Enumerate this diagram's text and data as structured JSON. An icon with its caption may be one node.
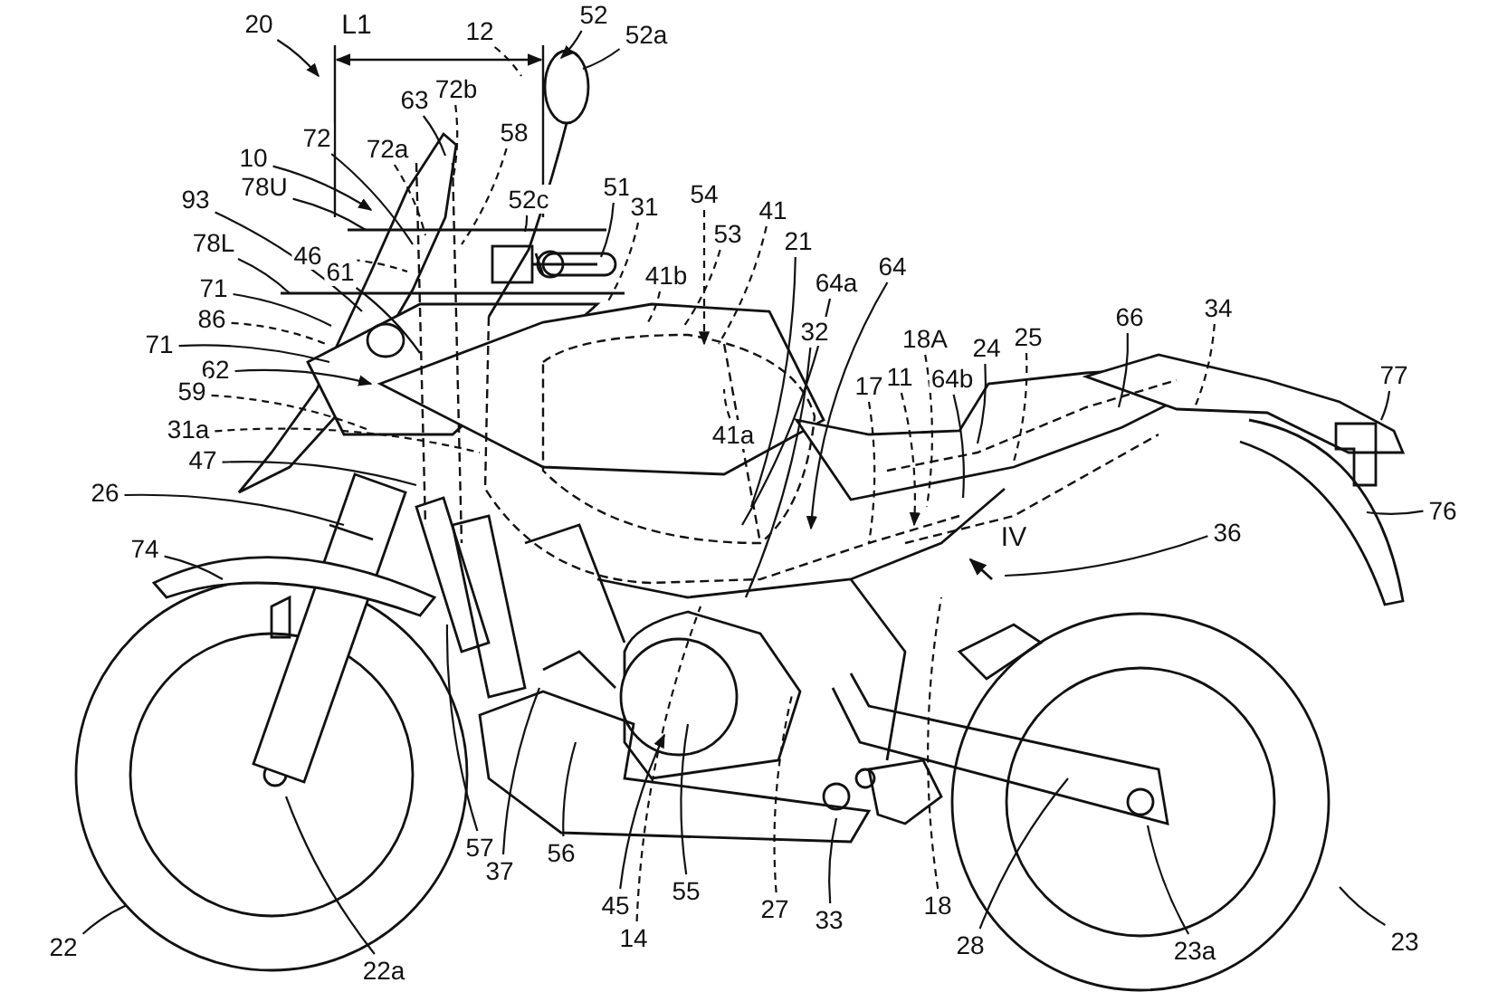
{
  "diagram": {
    "nodes": [
      {
        "text": [
          "20"
        ]
      },
      {
        "text": [
          "12"
        ]
      },
      {
        "text": [
          "52"
        ]
      },
      {
        "text": [
          "52a"
        ]
      },
      {
        "text": [
          "63"
        ]
      },
      {
        "text": [
          "72b"
        ]
      },
      {
        "text": [
          "72"
        ]
      },
      {
        "text": [
          "72a"
        ]
      },
      {
        "text": [
          "58"
        ]
      },
      {
        "text": [
          "10"
        ]
      },
      {
        "text": [
          "78U"
        ]
      },
      {
        "text": [
          "51"
        ]
      },
      {
        "text": [
          "31"
        ]
      },
      {
        "text": [
          "54"
        ]
      },
      {
        "text": [
          "52c"
        ]
      },
      {
        "text": [
          "93"
        ]
      },
      {
        "text": [
          "46"
        ]
      },
      {
        "text": [
          "78L"
        ]
      },
      {
        "text": [
          "41b"
        ]
      },
      {
        "text": [
          "53"
        ]
      },
      {
        "text": [
          "41"
        ]
      },
      {
        "text": [
          "21"
        ]
      },
      {
        "text": [
          "41a"
        ]
      },
      {
        "text": [
          "64a"
        ]
      },
      {
        "text": [
          "61"
        ]
      },
      {
        "text": [
          "71"
        ]
      },
      {
        "text": [
          "86"
        ]
      },
      {
        "text": [
          "71"
        ]
      },
      {
        "text": [
          "62"
        ]
      },
      {
        "text": [
          "59"
        ]
      },
      {
        "text": [
          "31a"
        ]
      },
      {
        "text": [
          "47"
        ]
      },
      {
        "text": [
          "64"
        ]
      },
      {
        "text": [
          "32"
        ]
      },
      {
        "text": [
          "18A"
        ]
      },
      {
        "text": [
          "24"
        ]
      },
      {
        "text": [
          "25"
        ]
      },
      {
        "text": [
          "66"
        ]
      },
      {
        "text": [
          "34"
        ]
      },
      {
        "text": [
          "17"
        ]
      },
      {
        "text": [
          "11"
        ]
      },
      {
        "text": [
          "64b"
        ]
      },
      {
        "text": [
          "77"
        ]
      },
      {
        "text": [
          "76"
        ]
      },
      {
        "text": [
          "36"
        ]
      },
      {
        "text": [
          "26"
        ]
      },
      {
        "text": [
          "74"
        ]
      },
      {
        "text": [
          "57"
        ]
      },
      {
        "text": [
          "37"
        ]
      },
      {
        "text": [
          "56"
        ]
      },
      {
        "text": [
          "45"
        ]
      },
      {
        "text": [
          "55"
        ]
      },
      {
        "text": [
          "14"
        ]
      },
      {
        "text": [
          "27"
        ]
      },
      {
        "text": [
          "33"
        ]
      },
      {
        "text": [
          "18"
        ]
      },
      {
        "text": [
          "28"
        ]
      },
      {
        "text": [
          "22"
        ]
      },
      {
        "text": [
          "22a"
        ]
      },
      {
        "text": [
          "23a"
        ]
      },
      {
        "text": [
          "23"
        ]
      }
    ],
    "edges": [
      {
        "from": 0,
        "to": null,
        "arrow": "to"
      },
      {
        "from": 1,
        "to": null,
        "arrow": "none",
        "style": "dashed"
      },
      {
        "from": 2,
        "to": null,
        "arrow": "to"
      },
      {
        "from": 3,
        "to": null,
        "arrow": "none"
      },
      {
        "from": 4,
        "to": null,
        "arrow": "none"
      },
      {
        "from": 5,
        "to": null,
        "arrow": "none",
        "style": "dashed"
      },
      {
        "from": 6,
        "to": null,
        "arrow": "none"
      },
      {
        "from": 7,
        "to": null,
        "arrow": "none",
        "style": "dashed"
      },
      {
        "from": 8,
        "to": null,
        "arrow": "none",
        "style": "dashed"
      },
      {
        "from": 9,
        "to": null,
        "arrow": "to"
      },
      {
        "from": 10,
        "to": null,
        "arrow": "none"
      },
      {
        "from": 11,
        "to": null,
        "arrow": "none"
      },
      {
        "from": 12,
        "to": null,
        "arrow": "none",
        "style": "dashed"
      },
      {
        "from": 13,
        "to": null,
        "arrow": "to",
        "style": "dashed"
      },
      {
        "from": 14,
        "to": null,
        "arrow": "none"
      },
      {
        "from": 15,
        "to": null,
        "arrow": "none"
      },
      {
        "from": 16,
        "to": null,
        "arrow": "none",
        "style": "dashed"
      },
      {
        "from": 17,
        "to": null,
        "arrow": "none"
      },
      {
        "from": 18,
        "to": null,
        "arrow": "none",
        "style": "dashed"
      },
      {
        "from": 19,
        "to": null,
        "arrow": "none",
        "style": "dashed"
      },
      {
        "from": 20,
        "to": null,
        "arrow": "none",
        "style": "dashed"
      },
      {
        "from": 21,
        "to": null,
        "arrow": "none"
      },
      {
        "from": 22,
        "to": null,
        "arrow": "none",
        "style": "dashed"
      },
      {
        "from": 23,
        "to": null,
        "arrow": "none"
      },
      {
        "from": 24,
        "to": null,
        "arrow": "none"
      },
      {
        "from": 25,
        "to": null,
        "arrow": "none"
      },
      {
        "from": 26,
        "to": null,
        "arrow": "none",
        "style": "dashed"
      },
      {
        "from": 27,
        "to": null,
        "arrow": "none"
      },
      {
        "from": 28,
        "to": null,
        "arrow": "to"
      },
      {
        "from": 29,
        "to": null,
        "arrow": "none",
        "style": "dashed"
      },
      {
        "from": 30,
        "to": null,
        "arrow": "none",
        "style": "dashed"
      },
      {
        "from": 31,
        "to": null,
        "arrow": "none"
      },
      {
        "from": 32,
        "to": null,
        "arrow": "to"
      },
      {
        "from": 33,
        "to": null,
        "arrow": "none"
      },
      {
        "from": 34,
        "to": null,
        "arrow": "none",
        "style": "dashed"
      },
      {
        "from": 35,
        "to": null,
        "arrow": "none"
      },
      {
        "from": 36,
        "to": null,
        "arrow": "none",
        "style": "dashed"
      },
      {
        "from": 37,
        "to": null,
        "arrow": "none"
      },
      {
        "from": 38,
        "to": null,
        "arrow": "none",
        "style": "dashed"
      },
      {
        "from": 39,
        "to": null,
        "arrow": "none",
        "style": "dashed"
      },
      {
        "from": 40,
        "to": null,
        "arrow": "to",
        "style": "dashed"
      },
      {
        "from": 41,
        "to": null,
        "arrow": "none"
      },
      {
        "from": 42,
        "to": null,
        "arrow": "none"
      },
      {
        "from": 43,
        "to": null,
        "arrow": "none"
      },
      {
        "from": 44,
        "to": null,
        "arrow": "none"
      },
      {
        "from": 45,
        "to": null,
        "arrow": "none"
      },
      {
        "from": 46,
        "to": null,
        "arrow": "none"
      },
      {
        "from": 47,
        "to": null,
        "arrow": "none"
      },
      {
        "from": 48,
        "to": null,
        "arrow": "none"
      },
      {
        "from": 49,
        "to": null,
        "arrow": "none"
      },
      {
        "from": 50,
        "to": null,
        "arrow": "to"
      },
      {
        "from": 51,
        "to": null,
        "arrow": "none"
      },
      {
        "from": 52,
        "to": null,
        "arrow": "none",
        "style": "dashed"
      },
      {
        "from": 53,
        "to": null,
        "arrow": "none",
        "style": "dashed"
      },
      {
        "from": 54,
        "to": null,
        "arrow": "none"
      },
      {
        "from": 55,
        "to": null,
        "arrow": "none",
        "style": "dashed"
      },
      {
        "from": 56,
        "to": null,
        "arrow": "none"
      },
      {
        "from": 57,
        "to": null,
        "arrow": "none"
      },
      {
        "from": 58,
        "to": null,
        "arrow": "none"
      },
      {
        "from": 59,
        "to": null,
        "arrow": "none"
      },
      {
        "from": 60,
        "to": null,
        "arrow": "none"
      }
    ],
    "labels": [
      "L1",
      "IV"
    ]
  }
}
